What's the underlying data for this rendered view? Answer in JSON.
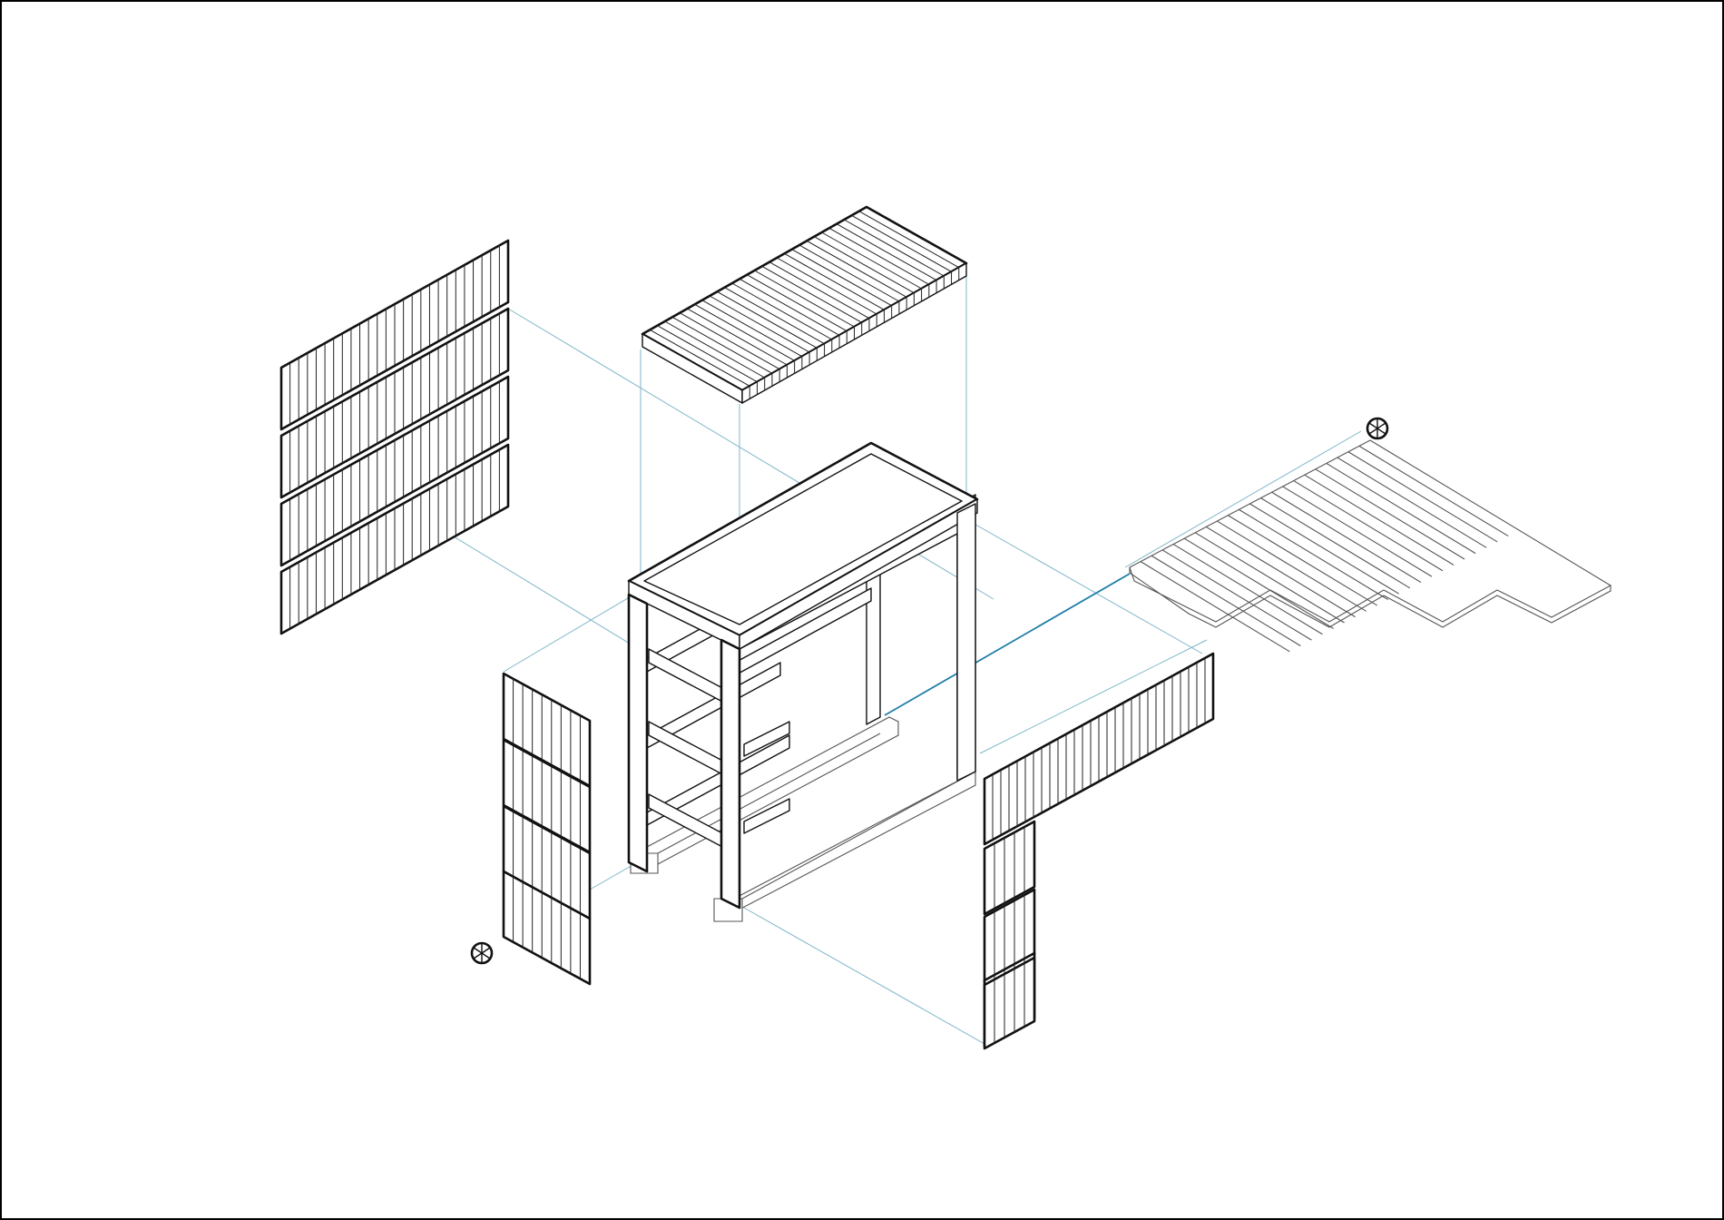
{
  "drawing": {
    "kind": "exploded-axonometric",
    "ink_color": "#111111",
    "guide_color": "#7fb6c8",
    "accent_guide_color": "#1f7ea8",
    "background": "#ffffff",
    "components": [
      "back-wall-panels",
      "roof-panel",
      "timber-frame",
      "floor-deck",
      "left-wall-panels",
      "right-wall-panels",
      "north-arrow-icon"
    ]
  }
}
